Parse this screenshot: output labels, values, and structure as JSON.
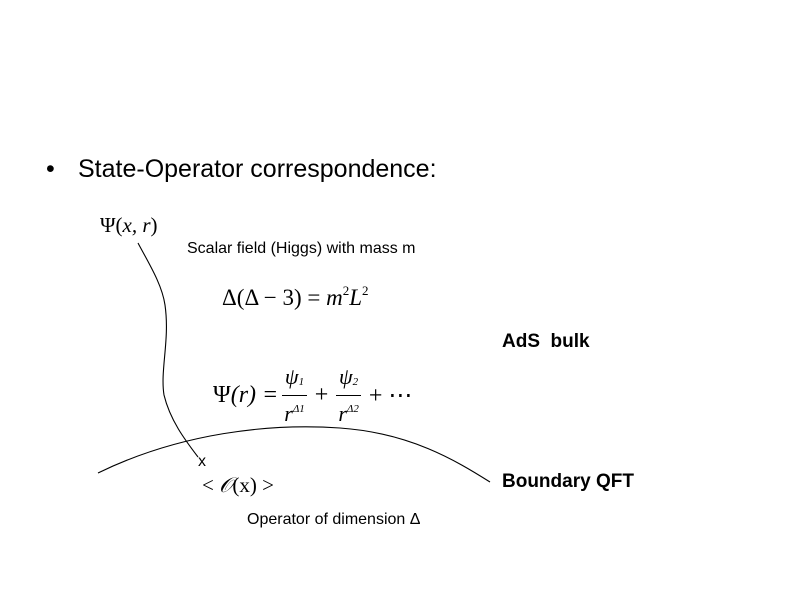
{
  "bullet": {
    "symbol": "•",
    "text": "State-Operator correspondence:"
  },
  "bulk_field": {
    "symbol": "Ψ",
    "open": "(",
    "args": "x, r",
    "close": ")"
  },
  "scalar_description": "Scalar field (Higgs) with mass m",
  "mass_relation": {
    "lhs": "Δ(Δ − 3) = ",
    "m": "m",
    "m_exp": "2",
    "L": "L",
    "L_exp": "2"
  },
  "ads_label": "AdS  bulk",
  "expansion": {
    "lhs_symbol": "Ψ",
    "lhs_arg": "(r) = ",
    "term1_num": "ψ",
    "term1_num_sub": "1",
    "term1_den": "r",
    "term1_den_exp": "Δ",
    "term1_den_exp_sub": "1",
    "plus1": "+",
    "term2_num": "ψ",
    "term2_num_sub": "2",
    "term2_den": "r",
    "term2_den_exp": "Δ",
    "term2_den_exp_sub": "2",
    "tail": "+ ⋯"
  },
  "x_marker": "x",
  "operator": {
    "open": "< ",
    "symbol": "𝒪",
    "arg": "(x)",
    "close": " >"
  },
  "boundary_label": "Boundary QFT",
  "dimension_label": "Operator of dimension Δ"
}
